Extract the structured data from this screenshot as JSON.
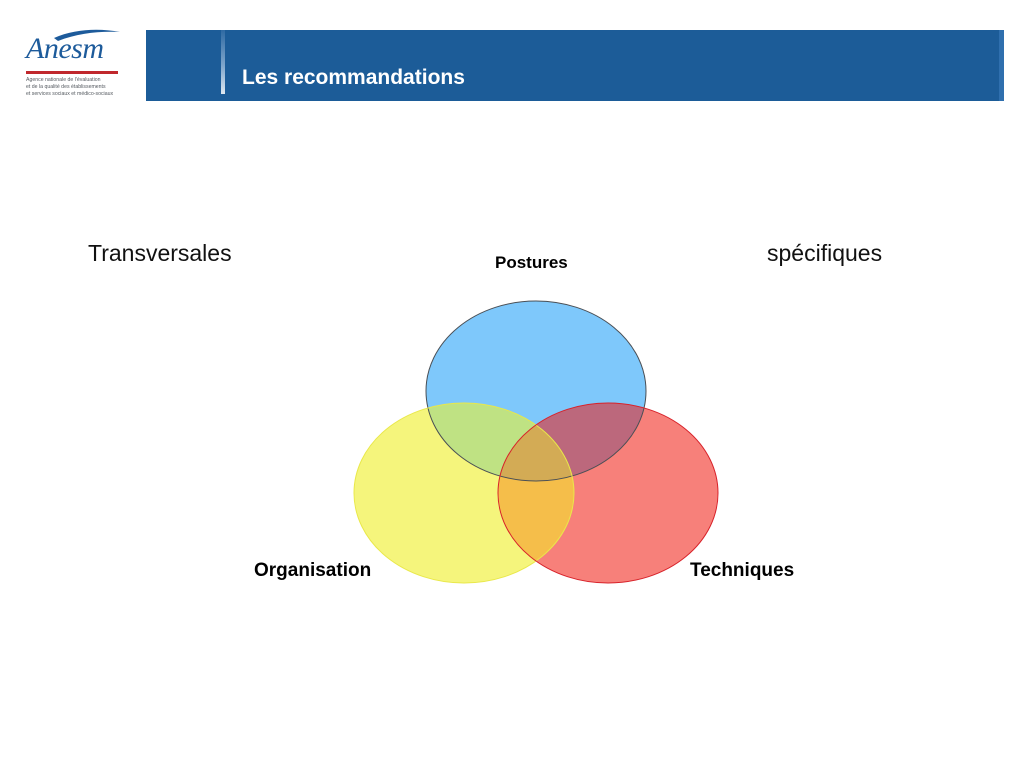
{
  "logo": {
    "name": "Anesm",
    "tagline": [
      "Agence nationale de l'évaluation",
      "et de la qualité des établissements",
      "et services sociaux et médico-sociaux"
    ]
  },
  "header": {
    "title": "Les recommandations"
  },
  "labels": {
    "left": "Transversales",
    "right": "spécifiques"
  },
  "venn": {
    "sets": [
      {
        "label": "Postures",
        "color": "#7ec8fb"
      },
      {
        "label": "Organisation",
        "color": "#f5f57c"
      },
      {
        "label": "Techniques",
        "color": "#f7807a"
      }
    ]
  },
  "colors": {
    "header_bg": "#1c5c98",
    "logo_blue": "#1d5b9b",
    "logo_red": "#c0282d"
  }
}
